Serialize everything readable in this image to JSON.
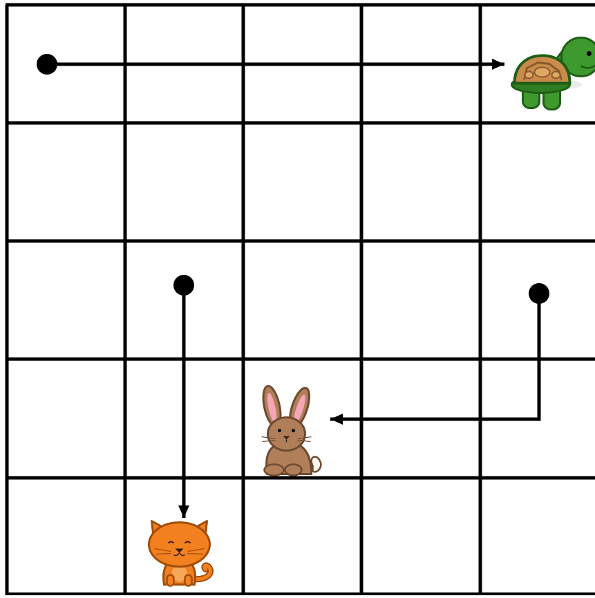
{
  "grid": {
    "rows": 5,
    "columns": 5,
    "line_color": "#000000"
  },
  "characters": [
    {
      "id": "turtle",
      "icon": "turtle-icon",
      "cell": [
        0,
        4
      ],
      "colors": {
        "body": "#3f9a2e",
        "dark": "#1f5e17",
        "shell": "#c98a4a",
        "shell_dark": "#8a5a2b"
      }
    },
    {
      "id": "bunny",
      "icon": "bunny-icon",
      "cell": [
        3,
        2
      ],
      "colors": {
        "body": "#b07f5a",
        "dark": "#6e4a30",
        "ear_inner": "#f4a6b8",
        "tail": "#fffaf0"
      }
    },
    {
      "id": "cat",
      "icon": "cat-icon",
      "cell": [
        4,
        1
      ],
      "colors": {
        "body": "#f2801f",
        "dark": "#a14d0a",
        "belly": "#f8a65a"
      }
    }
  ],
  "paths": [
    {
      "id": "path-to-turtle",
      "start": [
        0,
        0
      ],
      "turns": [],
      "end": [
        0,
        4
      ]
    },
    {
      "id": "path-to-bunny",
      "start": [
        2,
        4
      ],
      "turns": [
        [
          3,
          4
        ]
      ],
      "end": [
        3,
        2
      ]
    },
    {
      "id": "path-to-cat",
      "start": [
        2,
        1
      ],
      "turns": [],
      "end": [
        4,
        1
      ]
    }
  ]
}
